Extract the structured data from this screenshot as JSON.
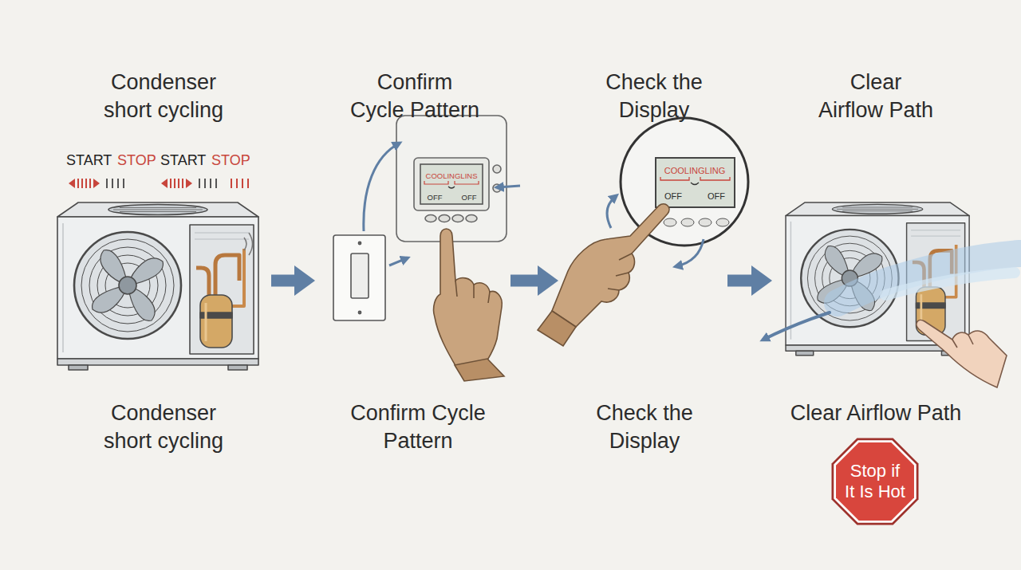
{
  "diagram": {
    "nodes": [
      {
        "text": [
          "Condenser short cycling",
          "Condenser short cycling"
        ]
      },
      {
        "text": [
          "Confirm Cycle Pattern",
          "Confirm Cycle Pattern"
        ]
      },
      {
        "text": [
          "COOLINGLINS",
          "OFF",
          "OFF"
        ],
        "in": 1
      },
      {
        "text": [
          "Check the Display",
          "Check the Display"
        ]
      },
      {
        "text": [
          "COOLINGLING",
          "OFF",
          "OFF"
        ],
        "in": 3
      },
      {
        "text": [
          "Clear Airflow Path",
          "Clear Airflow Path"
        ]
      },
      {
        "text": [
          "Stop if It Is Hot"
        ],
        "in": 5
      }
    ],
    "edges": [
      {
        "from": 0,
        "to": 1,
        "arrow": "to"
      },
      {
        "from": 1,
        "to": 3,
        "arrow": "to"
      },
      {
        "from": 3,
        "to": 5,
        "arrow": "to"
      }
    ],
    "labels": [
      "START",
      "STOP",
      "START",
      "STOP"
    ]
  }
}
